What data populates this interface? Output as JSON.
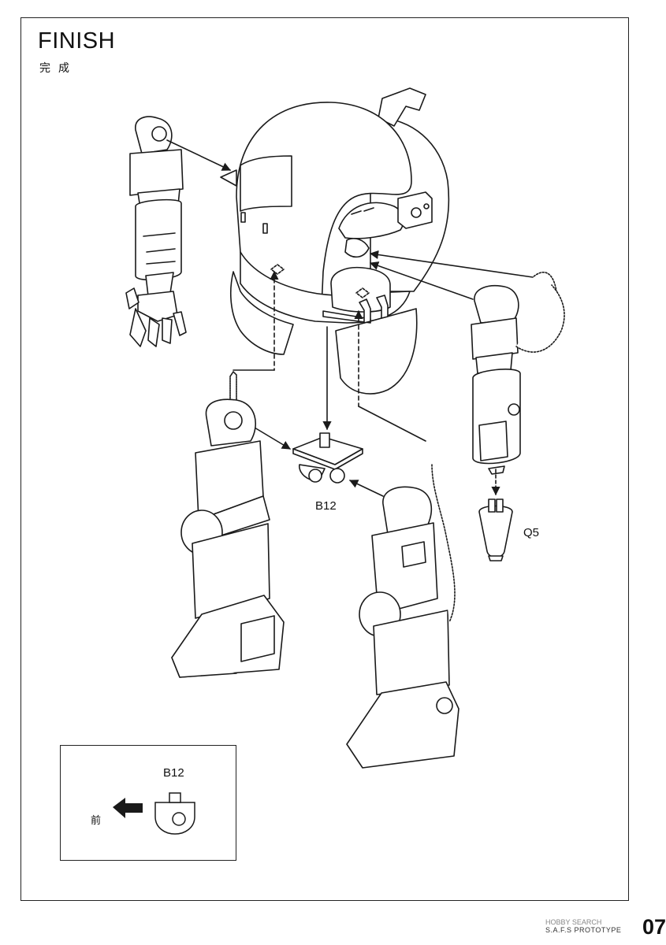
{
  "header": {
    "title": "FINISH",
    "subtitle": "完成"
  },
  "labels": {
    "b12": "B12",
    "q5": "Q5"
  },
  "inset": {
    "part": "B12",
    "direction": "前"
  },
  "footer": {
    "product": "S.A.F.S PROTOTYPE",
    "page_number": "07",
    "watermark": "HOBBY SEARCH"
  },
  "colors": {
    "ink": "#1a1a1a",
    "paper": "#ffffff"
  }
}
